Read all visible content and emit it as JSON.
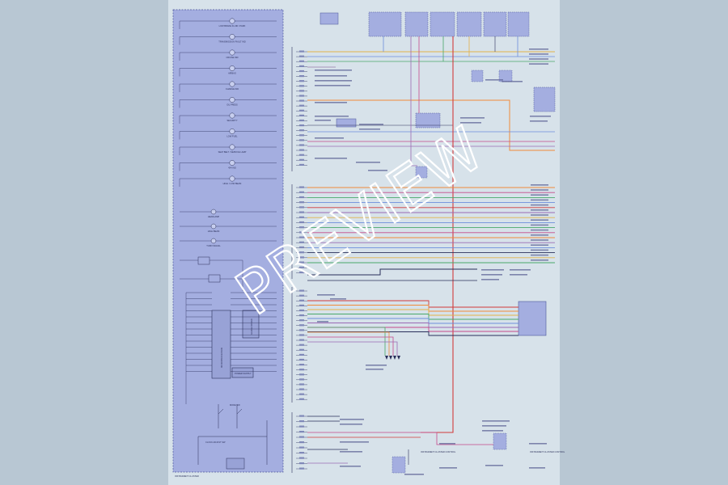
{
  "diagram": {
    "cluster_gauges": [
      "LOW BRAKE FLUID / PARK",
      "TRANSMISSION FAULT IND",
      "CRUISE IND",
      "AIRBAG",
      "CHARGE IND",
      "OIL PRESS",
      "SECURITY",
      "LOW FUEL",
      "SEAT BELT / SERVICE LAMP",
      "4X4 IND",
      "HIGH / LOW BEAM"
    ],
    "lower_lamps": [
      "HEADLAMP",
      "HIGH BEAM",
      "TURN SIGNAL"
    ],
    "internal_modules": [
      "MICROPROCESSOR",
      "GAUGE DRIVER",
      "POWER SUPPLY"
    ],
    "internal_switches": [
      "MODE SW",
      "CLOCK ADJUST SW"
    ],
    "cluster_footer": "INSTRUMENT CLUSTER",
    "watermark": "PREVIEW",
    "footer_notes": [
      "INSTRUMENT CLUSTER CONTROL",
      "INSTRUMENT CLUSTER CONTROL"
    ]
  }
}
